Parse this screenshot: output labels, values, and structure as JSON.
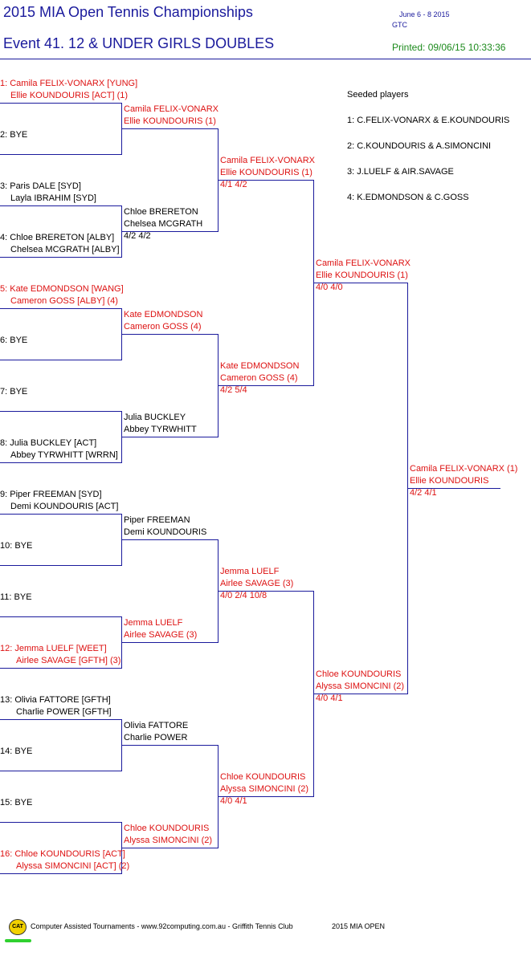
{
  "header": {
    "title": "2015 MIA Open Tennis Championships",
    "event": "Event 41. 12 & UNDER GIRLS DOUBLES",
    "dates": "June 6 - 8  2015",
    "venue": "GTC",
    "printed": "Printed: 09/06/15 10:33:36"
  },
  "round1": [
    {
      "l1": "1: Camila FELIX-VONARX [YUNG]",
      "l2": "Ellie KOUNDOURIS [ACT] (1)",
      "red": true
    },
    {
      "l1": "2: BYE",
      "l2": "",
      "red": false
    },
    {
      "l1": "3: Paris DALE [SYD]",
      "l2": "Layla IBRAHIM [SYD]",
      "red": false
    },
    {
      "l1": "4: Chloe BRERETON [ALBY]",
      "l2": "Chelsea MCGRATH [ALBY]",
      "red": false
    },
    {
      "l1": "5: Kate EDMONDSON [WANG]",
      "l2": "Cameron GOSS [ALBY] (4)",
      "red": true
    },
    {
      "l1": "6: BYE",
      "l2": "",
      "red": false
    },
    {
      "l1": "7: BYE",
      "l2": "",
      "red": false
    },
    {
      "l1": "8: Julia BUCKLEY [ACT]",
      "l2": "Abbey TYRWHITT [WRRN]",
      "red": false
    },
    {
      "l1": "9: Piper FREEMAN [SYD]",
      "l2": "Demi KOUNDOURIS [ACT]",
      "red": false
    },
    {
      "l1": "10: BYE",
      "l2": "",
      "red": false
    },
    {
      "l1": "11: BYE",
      "l2": "",
      "red": false
    },
    {
      "l1": "12: Jemma LUELF [WEET]",
      "l2": "Airlee SAVAGE [GFTH] (3)",
      "red": true
    },
    {
      "l1": "13: Olivia FATTORE [GFTH]",
      "l2": "Charlie POWER [GFTH]",
      "red": false
    },
    {
      "l1": "14: BYE",
      "l2": "",
      "red": false
    },
    {
      "l1": "15: BYE",
      "l2": "",
      "red": false
    },
    {
      "l1": "16: Chloe KOUNDOURIS [ACT]",
      "l2": "Alyssa SIMONCINI [ACT] (2)",
      "red": true
    }
  ],
  "round2": [
    {
      "l1": "Camila FELIX-VONARX",
      "l2": "Ellie KOUNDOURIS (1)",
      "score": "",
      "red": true
    },
    {
      "l1": "Chloe BRERETON",
      "l2": "Chelsea MCGRATH",
      "score": "4/2 4/2",
      "red": false
    },
    {
      "l1": "Kate EDMONDSON",
      "l2": "Cameron GOSS (4)",
      "score": "",
      "red": true
    },
    {
      "l1": "Julia BUCKLEY",
      "l2": "Abbey TYRWHITT",
      "score": "",
      "red": false
    },
    {
      "l1": "Piper FREEMAN",
      "l2": "Demi KOUNDOURIS",
      "score": "",
      "red": false
    },
    {
      "l1": "Jemma LUELF",
      "l2": "Airlee SAVAGE (3)",
      "score": "",
      "red": true
    },
    {
      "l1": "Olivia FATTORE",
      "l2": "Charlie POWER",
      "score": "",
      "red": false
    },
    {
      "l1": "Chloe KOUNDOURIS",
      "l2": "Alyssa SIMONCINI (2)",
      "score": "",
      "red": true
    }
  ],
  "round3": [
    {
      "l1": "Camila FELIX-VONARX",
      "l2": "Ellie KOUNDOURIS (1)",
      "score": "4/1 4/2"
    },
    {
      "l1": "Kate EDMONDSON",
      "l2": "Cameron GOSS (4)",
      "score": "4/2 5/4"
    },
    {
      "l1": "Jemma LUELF",
      "l2": "Airlee SAVAGE (3)",
      "score": "4/0 2/4 10/8"
    },
    {
      "l1": "Chloe KOUNDOURIS",
      "l2": "Alyssa SIMONCINI (2)",
      "score": "4/0 4/1"
    }
  ],
  "round4": [
    {
      "l1": "Camila FELIX-VONARX",
      "l2": "Ellie KOUNDOURIS (1)",
      "score": "4/0 4/0"
    },
    {
      "l1": "Chloe KOUNDOURIS",
      "l2": "Alyssa SIMONCINI (2)",
      "score": "4/0 4/1"
    }
  ],
  "final": {
    "l1": "Camila FELIX-VONARX (1)",
    "l2": "Ellie KOUNDOURIS",
    "score": "4/2 4/1"
  },
  "seeds": {
    "heading": "Seeded players",
    "items": [
      "1: C.FELIX-VONARX & E.KOUNDOURIS",
      "2: C.KOUNDOURIS & A.SIMONCINI",
      "3: J.LUELF & AIR.SAVAGE",
      "4: K.EDMONDSON & C.GOSS"
    ]
  },
  "footer": {
    "logo_text": "CAT",
    "text": "Computer Assisted Tournaments - www.92computing.com.au -  Griffith Tennis Club",
    "event": "2015 MIA OPEN"
  },
  "colors": {
    "line": "#1a1a9c",
    "winner": "#dd1111",
    "title": "#1a1a9c",
    "printed": "#1c8a1c"
  }
}
